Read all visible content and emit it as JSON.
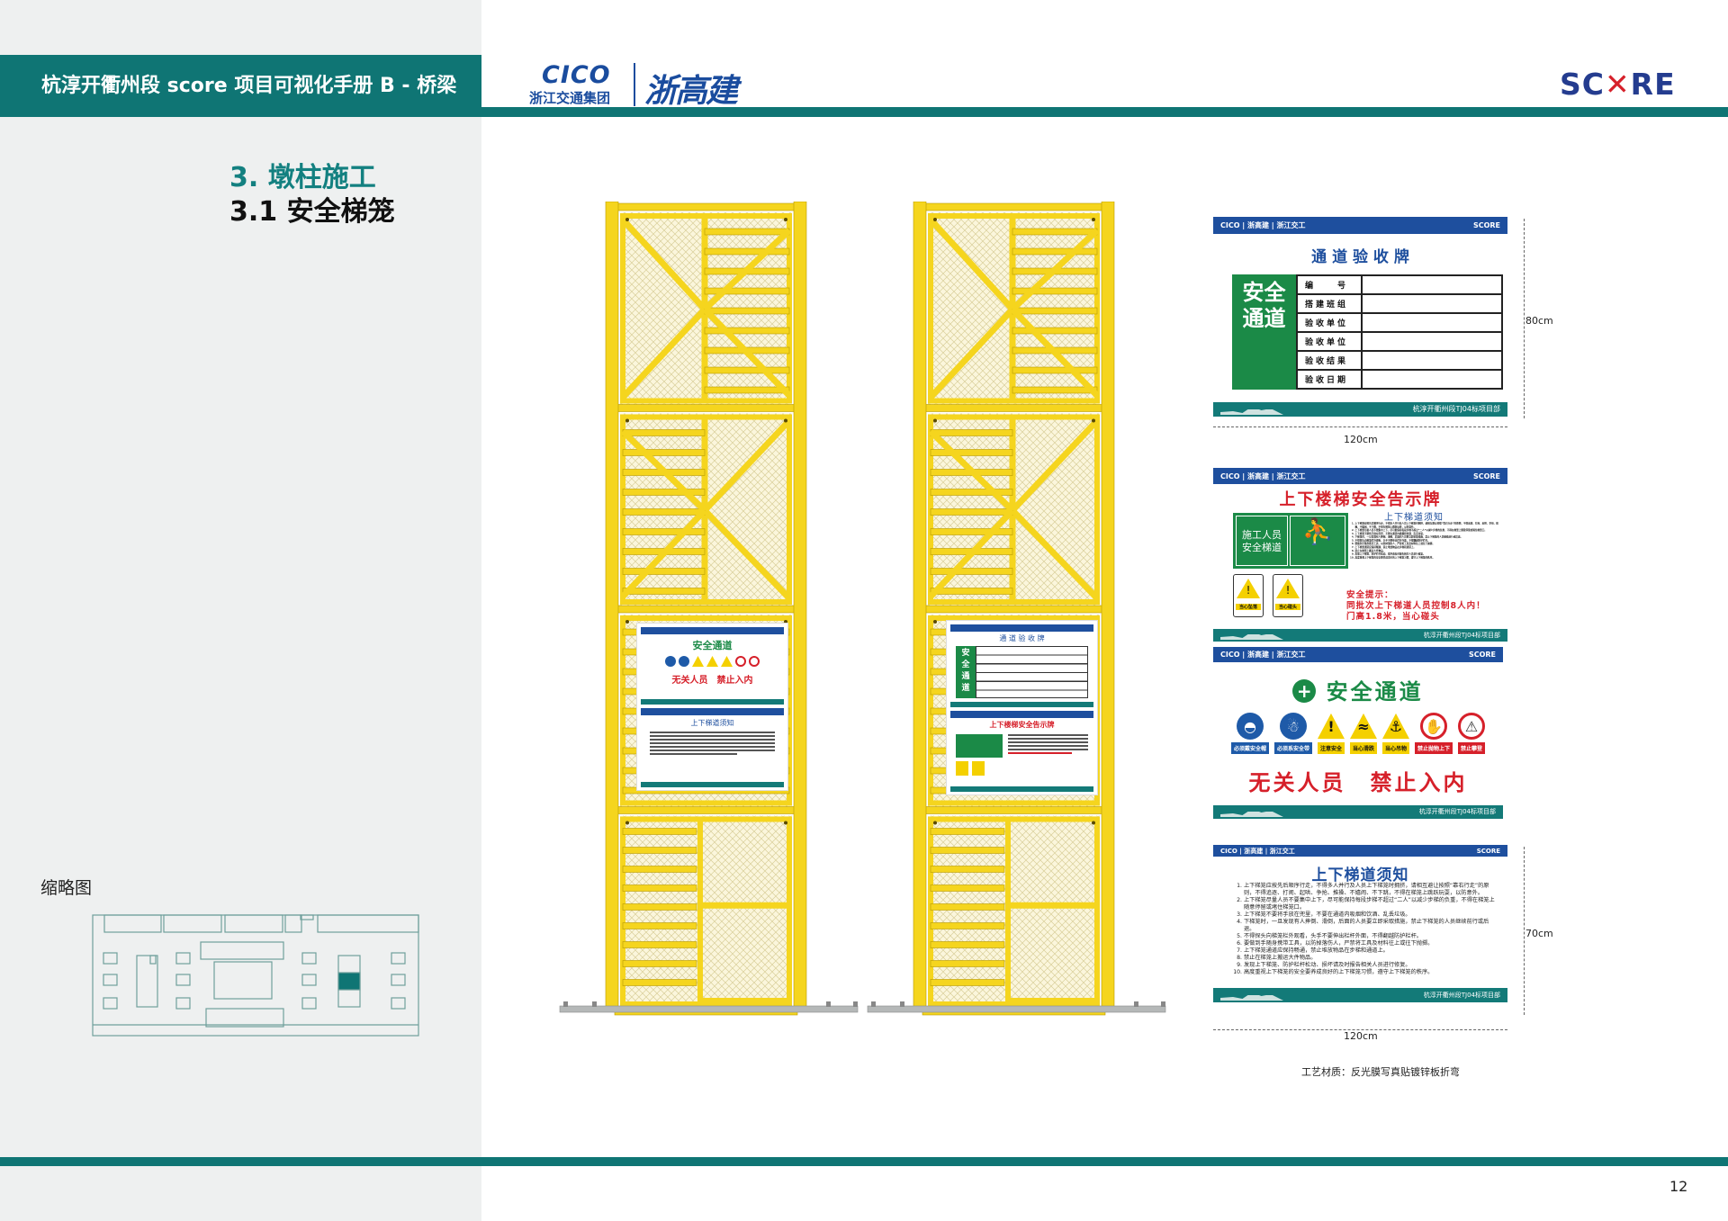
{
  "header": {
    "title": "杭淳开衢州段 score 项目可视化手册 B - 桥梁",
    "logo_cico": "CICO",
    "logo_cico_sub": "浙江交通集团",
    "logo_zgj": "浙高建",
    "logo_score": "SCORE"
  },
  "section": {
    "title": "3. 墩柱施工",
    "subtitle": "3.1 安全梯笼"
  },
  "thumbnail": {
    "label": "缩略图",
    "highlight_color": "#0f7574"
  },
  "page_number": "12",
  "colors": {
    "teal": "#0f7574",
    "sign_blue": "#1e4f9e",
    "cage_yellow": "#f5d51e",
    "safety_green": "#1b8a47",
    "warning_red": "#d6202a"
  },
  "sign_common": {
    "head_left": "CICO | 浙高建 | 浙江交工",
    "head_right": "SCORE",
    "footer": "杭淳开衢州段TJ04标项目部"
  },
  "sign_acceptance": {
    "title": "通 道 验 收 牌",
    "side": "安全通道",
    "rows": [
      "编　　号",
      "搭建班组",
      "验收单位",
      "验收单位",
      "验收结果",
      "验收日期"
    ],
    "dim_height": "80cm",
    "dim_width": "120cm"
  },
  "sign_stair": {
    "title": "上下楼梯安全告示牌",
    "green_label": "施工人员\n安全梯道",
    "notice_title": "上下梯道须知",
    "icons": [
      {
        "label": "当心坠落",
        "icon": "falling-warning"
      },
      {
        "label": "当心碰头",
        "icon": "head-bump-warning"
      }
    ],
    "tip_title": "安全提示：",
    "tip_1": "同批次上下梯道人员控制8人内！",
    "tip_2": "门高1.8米，当心碰头"
  },
  "sign_passage": {
    "title": "安全通道",
    "warning": "无关人员　禁止入内",
    "icons": [
      {
        "label": "必须戴安全帽",
        "type": "mandatory",
        "icon": "helmet-icon"
      },
      {
        "label": "必须系安全带",
        "type": "mandatory",
        "icon": "harness-icon"
      },
      {
        "label": "注意安全",
        "type": "warning",
        "icon": "exclamation-icon"
      },
      {
        "label": "当心滑跌",
        "type": "warning",
        "icon": "slip-icon"
      },
      {
        "label": "当心吊物",
        "type": "warning",
        "icon": "hanging-load-icon"
      },
      {
        "label": "禁止抛物上下",
        "type": "prohibition",
        "icon": "no-throwing-icon"
      },
      {
        "label": "禁止攀登",
        "type": "prohibition",
        "icon": "no-climbing-icon"
      }
    ]
  },
  "sign_notice": {
    "title": "上下梯道须知",
    "dim_height": "70cm",
    "dim_width": "120cm",
    "rules": [
      "上下梯笼应按先后顺序行走，不得多人并行及人员上下梯笼时拥挤，请相互避让按照“靠右行走”的原则，不得追逐、打闹、起哄、争抢、推搡、不嬉闹、不下跳，不得在梯笼上跳跃玩耍，以防意外。",
      "上下梯笼尽量人员不要集中上下，尽可能保持每段步梯不超过“二人”以减少步梯的负重，不得在梯笼上随意停留或堵住梯笼口。",
      "上下梯笼不要将手放在兜里，不要在通道内吸烟和饮酒、乱丢垃圾。",
      "下梯笼时，一旦发现有人摔倒、滑倒，后面的人员要立即采取措施，禁止下梯笼的人员继续前行或后退。",
      "不得探头向梯笼栏外观看，头手不要伸出栏杆外面，不得翻越防护栏杆。",
      "要做到手随身携带工具，以防掉落伤人，严禁将工具及材料往上或往下抛掷。",
      "上下梯笼通道应保持畅通，禁止堆放物品在步梯和通道上。",
      "禁止在梯笼上搬运大件物品。",
      "发现上下梯笼、防护栏杆松动、损坏请及时报告相关人员进行修复。",
      "高度重视上下梯笼的安全要养成良好的上下梯笼习惯，遵守上下梯笼的秩序。"
    ]
  },
  "material_note": "工艺材质：反光膜写真贴镀锌板折弯"
}
